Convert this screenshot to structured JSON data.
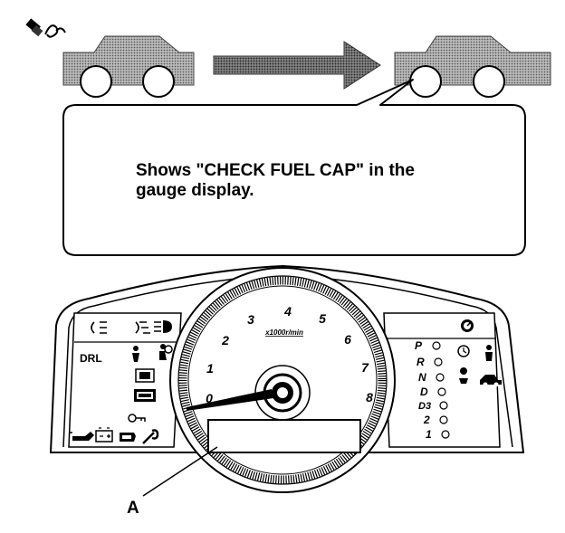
{
  "callout": {
    "line1": "Shows \"CHECK FUEL CAP\" in the",
    "line2": "gauge display."
  },
  "callout_label": "A",
  "cluster": {
    "left_indicators": {
      "drl": "DRL"
    },
    "tachometer": {
      "scale_label": "x1000r/min",
      "ticks": [
        "0",
        "1",
        "2",
        "3",
        "4",
        "5",
        "6",
        "7",
        "8"
      ]
    },
    "gear_indicator": [
      "P",
      "R",
      "N",
      "D",
      "D3",
      "2",
      "1"
    ]
  },
  "icons": {
    "fuel_cap": "fuel-cap-icon",
    "car_left": "car-icon",
    "arrow": "right-arrow-icon",
    "car_right": "car-icon"
  }
}
